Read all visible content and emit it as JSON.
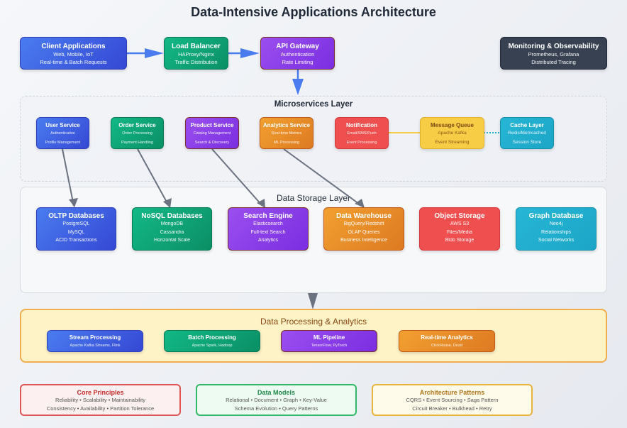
{
  "title": "Data-Intensive Applications Architecture",
  "top": {
    "client": {
      "title": "Client Applications",
      "lines": [
        "Web, Mobile, IoT",
        "Real-time & Batch Requests"
      ]
    },
    "lb": {
      "title": "Load Balancer",
      "lines": [
        "HAProxy/Nginx",
        "Traffic Distribution"
      ]
    },
    "gateway": {
      "title": "API Gateway",
      "lines": [
        "Authentication",
        "Rate Limiting"
      ]
    },
    "monitoring": {
      "title": "Monitoring & Observability",
      "lines": [
        "Prometheus, Grafana",
        "Distributed Tracing"
      ]
    }
  },
  "microservices": {
    "title": "Microservices Layer",
    "items": [
      {
        "title": "User Service",
        "lines": [
          "Authentication",
          "Profile Management"
        ]
      },
      {
        "title": "Order Service",
        "lines": [
          "Order Processing",
          "Payment Handling"
        ]
      },
      {
        "title": "Product Service",
        "lines": [
          "Catalog Management",
          "Search & Discovery"
        ]
      },
      {
        "title": "Analytics Service",
        "lines": [
          "Real-time Metrics",
          "ML Processing"
        ]
      },
      {
        "title": "Notification",
        "lines": [
          "Email/SMS/Push",
          "Event Processing"
        ]
      },
      {
        "title": "Message Queue",
        "lines": [
          "Apache Kafka",
          "Event Streaming"
        ]
      },
      {
        "title": "Cache Layer",
        "lines": [
          "Redis/Memcached",
          "Session Store"
        ]
      }
    ]
  },
  "storage": {
    "title": "Data Storage Layer",
    "items": [
      {
        "title": "OLTP Databases",
        "lines": [
          "PostgreSQL",
          "MySQL",
          "ACID Transactions"
        ]
      },
      {
        "title": "NoSQL Databases",
        "lines": [
          "MongoDB",
          "Cassandra",
          "Horizontal Scale"
        ]
      },
      {
        "title": "Search Engine",
        "lines": [
          "Elasticsearch",
          "Full-text Search",
          "Analytics"
        ]
      },
      {
        "title": "Data Warehouse",
        "lines": [
          "BigQuery/Redshift",
          "OLAP Queries",
          "Business Intelligence"
        ]
      },
      {
        "title": "Object Storage",
        "lines": [
          "AWS S3",
          "Files/Media",
          "Blob Storage"
        ]
      },
      {
        "title": "Graph Database",
        "lines": [
          "Neo4j",
          "Relationships",
          "Social Networks"
        ]
      }
    ]
  },
  "processing": {
    "title": "Data Processing & Analytics",
    "items": [
      {
        "title": "Stream Processing",
        "line": "Apache Kafka Streams, Flink"
      },
      {
        "title": "Batch Processing",
        "line": "Apache Spark, Hadoop"
      },
      {
        "title": "ML Pipeline",
        "line": "TensorFlow, PyTorch"
      },
      {
        "title": "Real-time Analytics",
        "line": "ClickHouse, Druid"
      }
    ]
  },
  "legend": {
    "principles": {
      "title": "Core Principles",
      "lines": [
        "Reliability • Scalability • Maintainability",
        "Consistency • Availability • Partition Tolerance"
      ]
    },
    "models": {
      "title": "Data Models",
      "lines": [
        "Relational • Document • Graph • Key-Value",
        "Schema Evolution • Query Patterns"
      ]
    },
    "patterns": {
      "title": "Architecture Patterns",
      "lines": [
        "CQRS • Event Sourcing • Saga Pattern",
        "Circuit Breaker • Bulkhead • Retry"
      ]
    }
  },
  "colors": {
    "blue": "#3b5bdb",
    "green": "#0ca678",
    "purple": "#8b3ce8",
    "orange": "#e8892a",
    "red": "#ef4f4f",
    "yellow": "#f6cd45",
    "cyan": "#22b0d0",
    "dark": "#374151",
    "flow_arrow": "#4a7cf0",
    "storage_arrow": "#6b7280"
  }
}
